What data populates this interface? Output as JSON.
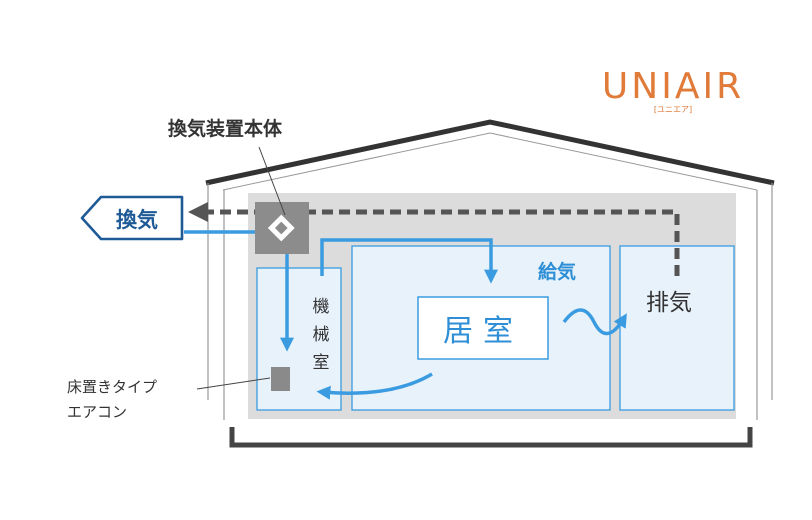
{
  "brand": {
    "logo": "UNIAIR",
    "logo_sub": "[ユニエア]",
    "color": "#e07b3a"
  },
  "labels": {
    "unit": "換気装置本体",
    "ventilation": "換気",
    "supply": "給気",
    "exhaust": "排気",
    "living_room": "居室",
    "machine_room": [
      "機",
      "械",
      "室"
    ],
    "aircon_line1": "床置きタイプ",
    "aircon_line2": "エアコン"
  },
  "colors": {
    "supply_arrow": "#3a9be0",
    "exhaust_arrow": "#5a5a5a",
    "vent_tag": "#1e5a96",
    "house_interior": "#dcdcdc",
    "room_fill": "#e8f2fb",
    "room_border": "#3a9be0"
  },
  "icons": {
    "vent_tag": "left-arrow-tag-icon",
    "ventilation_unit": "ventilation-unit-icon",
    "aircon": "floor-aircon-icon"
  }
}
